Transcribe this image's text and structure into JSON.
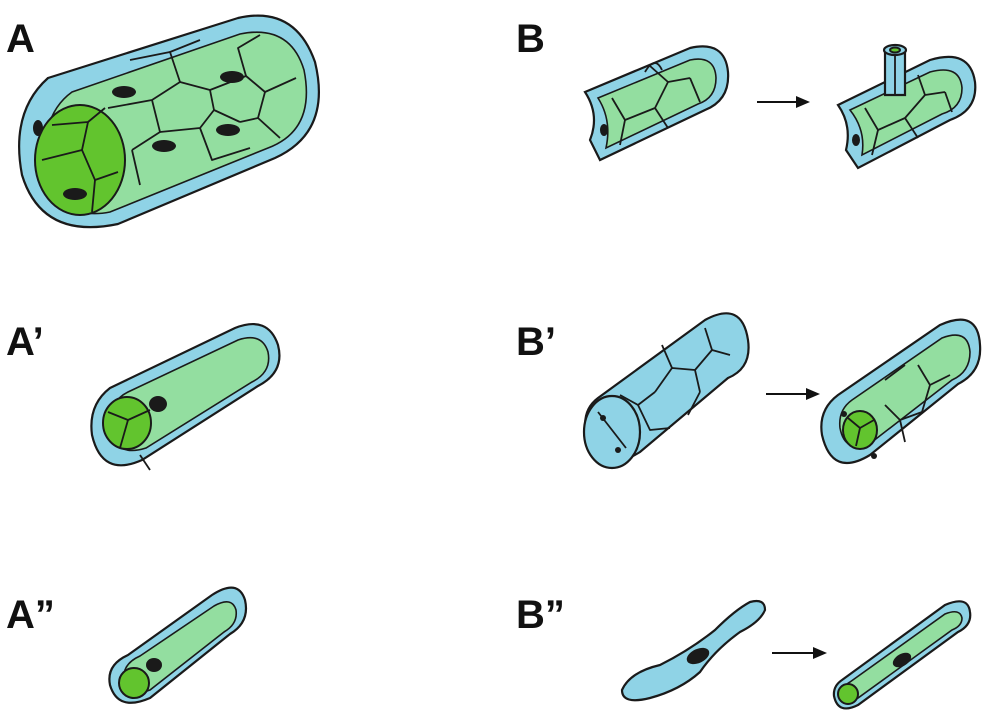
{
  "labels": {
    "a": "A",
    "a_prime": "A’",
    "a_double": "A”",
    "b": "B",
    "b_prime": "B’",
    "b_double": "B”"
  },
  "colors": {
    "outer_layer": "#8fd3e6",
    "inner_layer": "#93dea0",
    "lumen_cap": "#62c42e",
    "outline": "#1a1a1a",
    "nucleus": "#1a1a1a"
  },
  "icons": {
    "arrow": "right-arrow-icon"
  }
}
